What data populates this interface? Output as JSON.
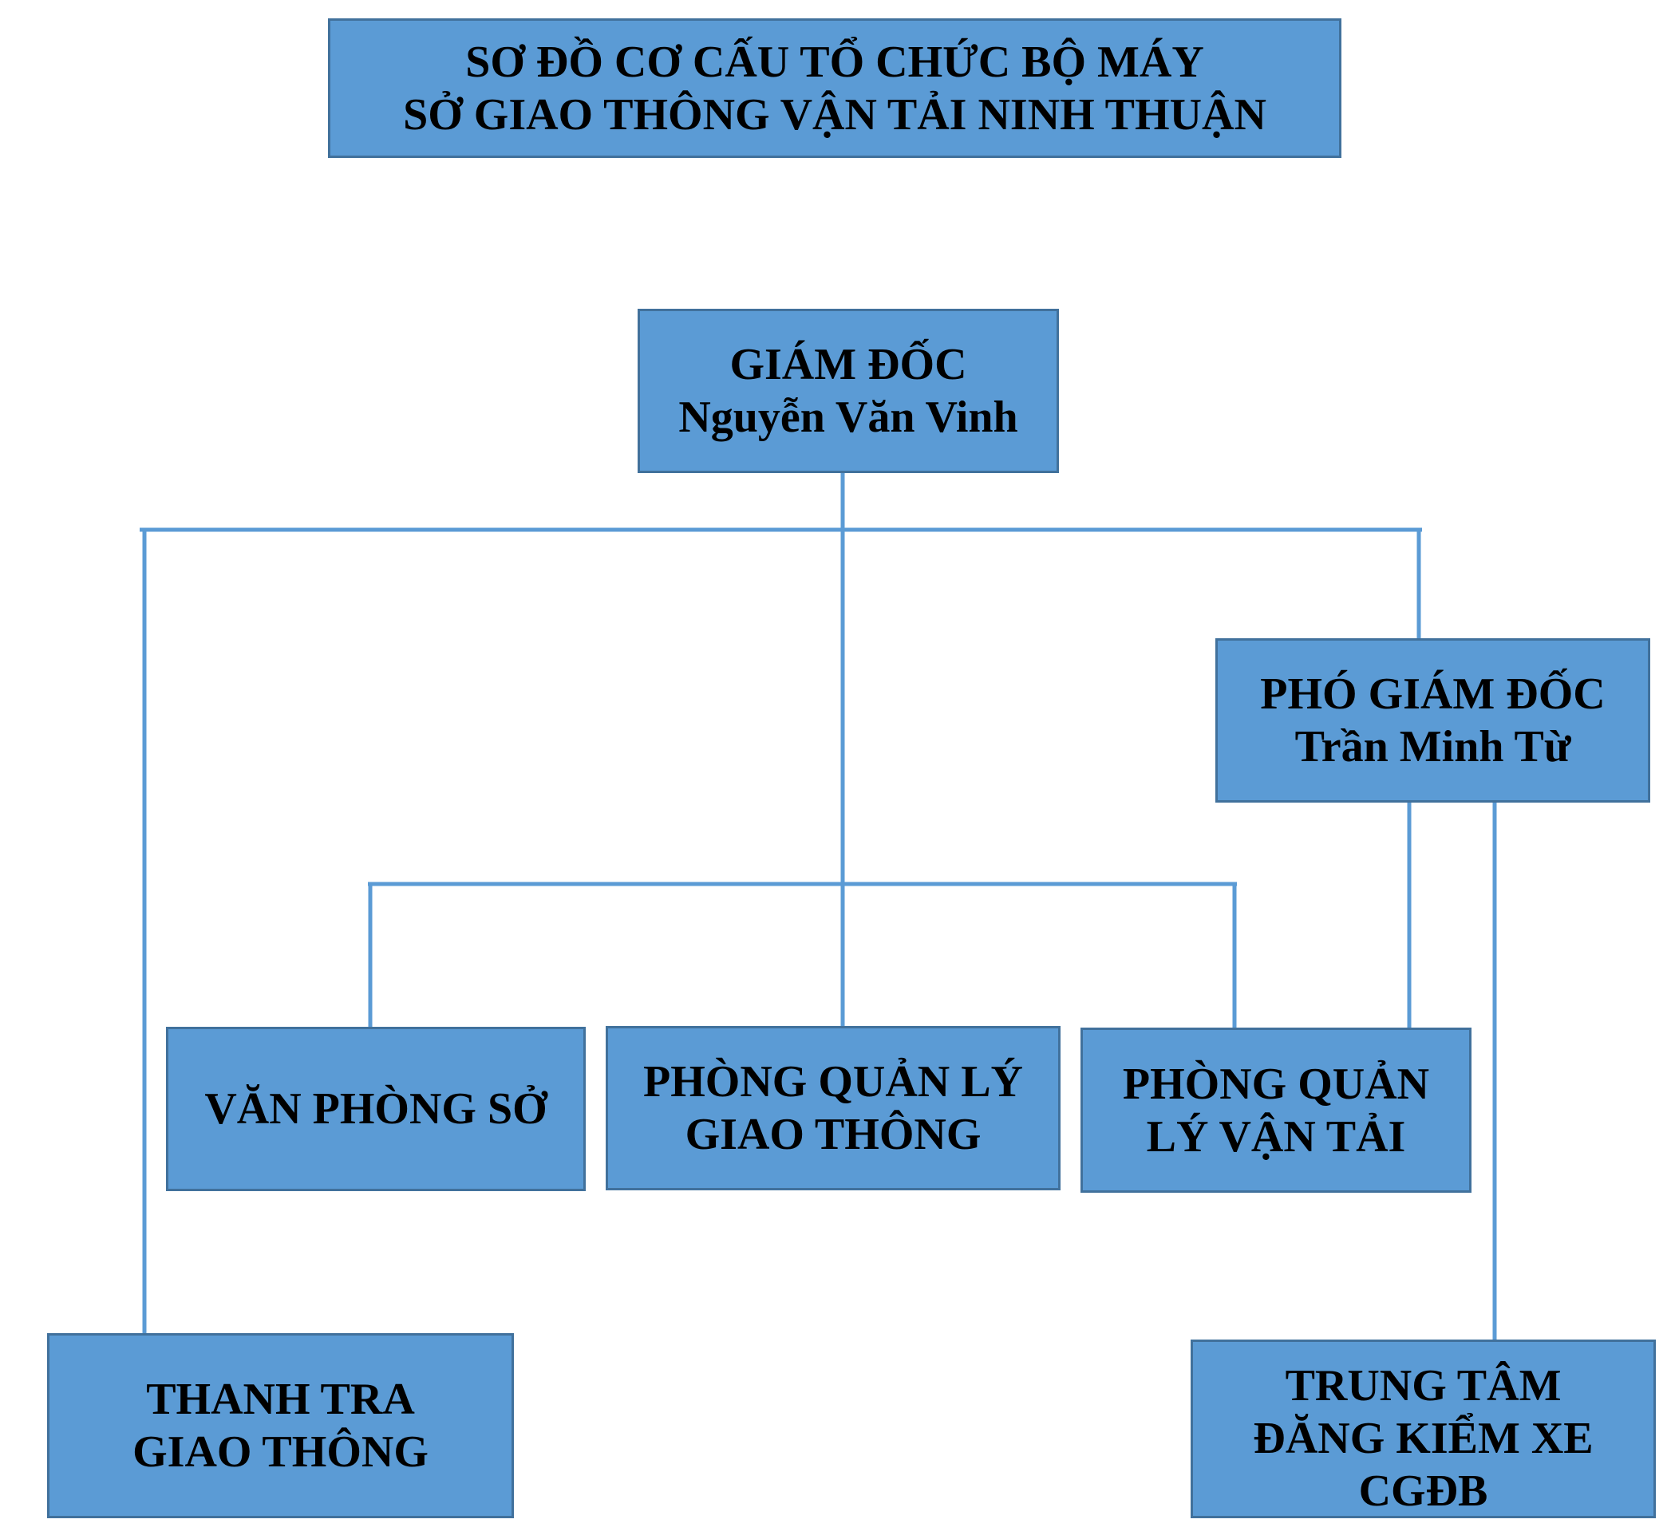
{
  "title": {
    "line1": "SƠ ĐỒ CƠ CẤU TỔ CHỨC BỘ MÁY",
    "line2": "SỞ GIAO THÔNG VẬN TẢI NINH THUẬN"
  },
  "director": {
    "role": "GIÁM ĐỐC",
    "name": "Nguyễn Văn Vinh"
  },
  "deputy_director": {
    "role": "PHÓ GIÁM ĐỐC",
    "name": "Trần Minh Từ"
  },
  "departments": {
    "office": {
      "line1": "VĂN PHÒNG SỞ"
    },
    "traffic_management": {
      "line1": "PHÒNG QUẢN LÝ",
      "line2": "GIAO THÔNG"
    },
    "transport_management": {
      "line1": "PHÒNG QUẢN",
      "line2": "LÝ VẬN TẢI"
    },
    "inspection": {
      "line1": "THANH TRA",
      "line2": "GIAO THÔNG"
    },
    "vehicle_registry": {
      "line1": "TRUNG TÂM",
      "line2": "ĐĂNG KIỂM XE",
      "line3": "CGĐB"
    }
  }
}
